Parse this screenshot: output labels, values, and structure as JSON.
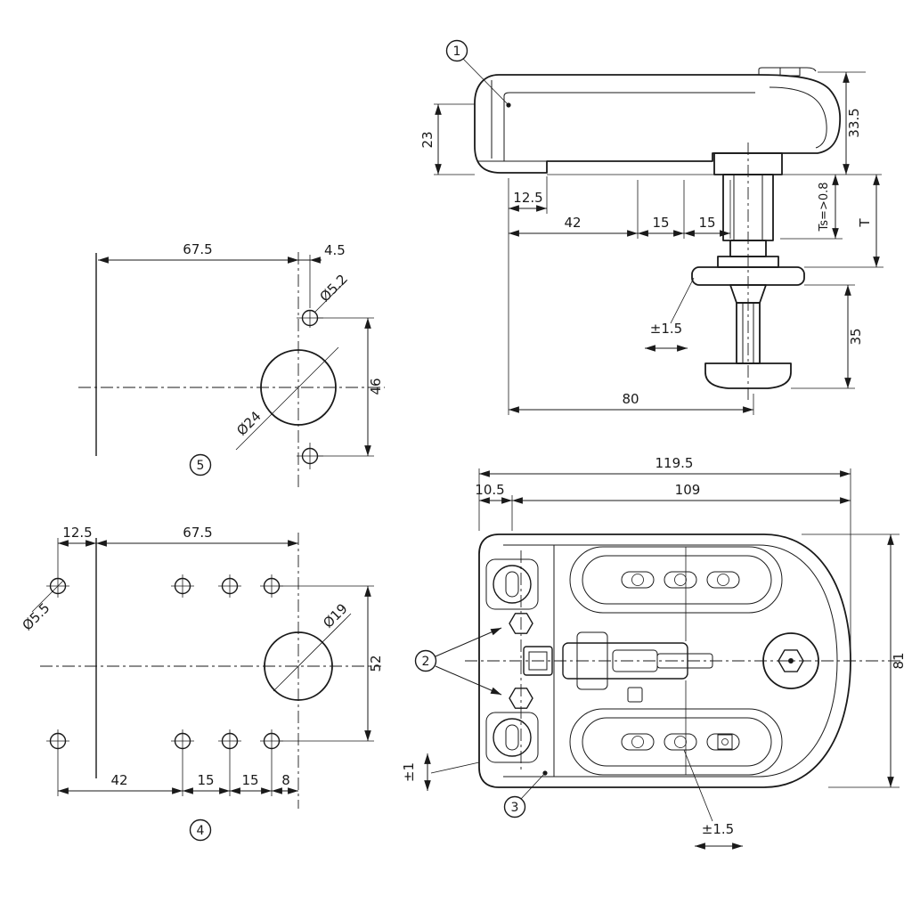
{
  "colors": {
    "line": "#1a1a1a",
    "bg": "#ffffff"
  },
  "balloons": {
    "b1": "1",
    "b2": "2",
    "b3": "3",
    "b4": "4",
    "b5": "5"
  },
  "side_view": {
    "d23": "23",
    "d33_5": "33.5",
    "d12_5": "12.5",
    "d42": "42",
    "d15a": "15",
    "d15b": "15",
    "ts": "Ts=>0.8",
    "t_label": "T",
    "float": "±1.5",
    "d35": "35",
    "d80": "80"
  },
  "drill_view_5": {
    "d67_5": "67.5",
    "d4_5": "4.5",
    "dia_small": "Ø5.2",
    "dia_big": "Ø24",
    "d46": "46"
  },
  "drill_view_4": {
    "d12_5": "12.5",
    "d67_5": "67.5",
    "dia_small": "Ø5.5",
    "dia_big": "Ø19",
    "d52": "52",
    "d42": "42",
    "d15a": "15",
    "d15b": "15",
    "d8": "8"
  },
  "back_view": {
    "d119_5": "119.5",
    "d10_5": "10.5",
    "d109": "109",
    "d81": "81",
    "float_v": "±1",
    "float_h": "±1.5"
  }
}
